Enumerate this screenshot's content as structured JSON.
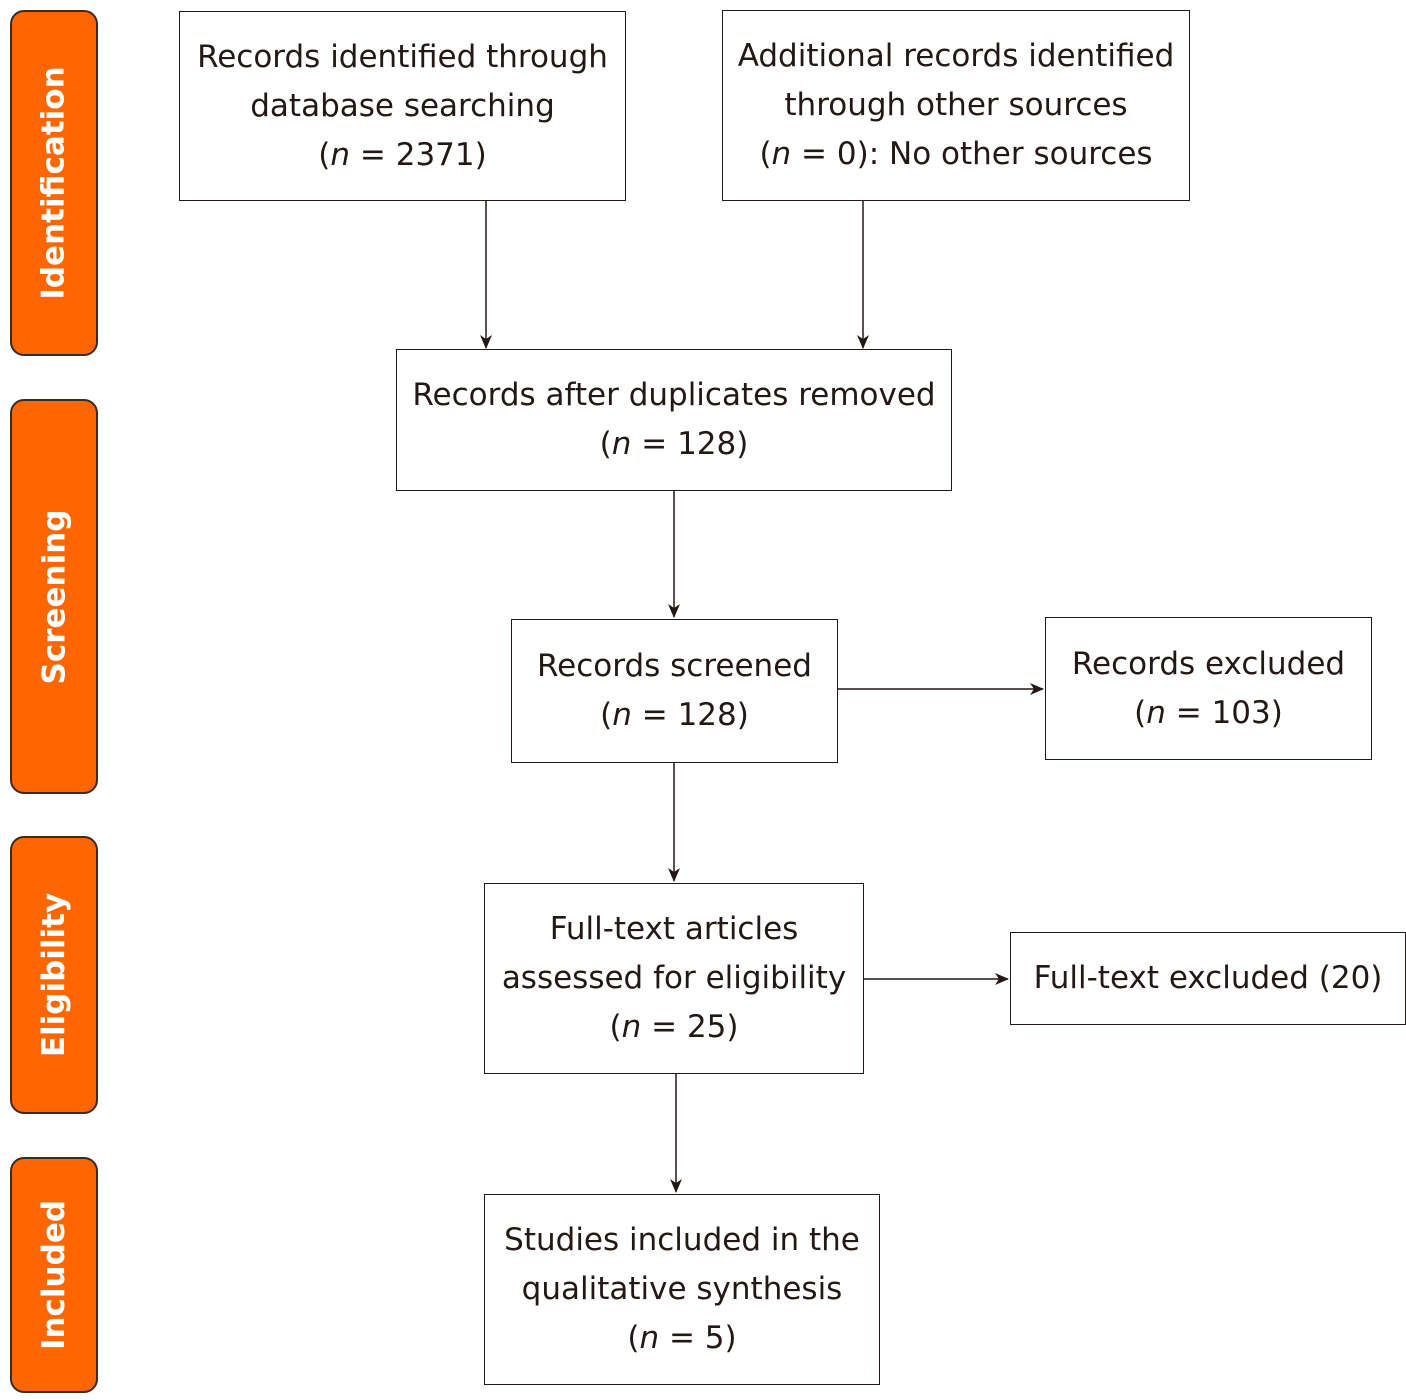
{
  "colors": {
    "stage_fill": "#ff6600",
    "border": "#231815"
  },
  "stages": [
    {
      "id": "identification",
      "label": "Identification"
    },
    {
      "id": "screening",
      "label": "Screening"
    },
    {
      "id": "eligibility",
      "label": "Eligibility"
    },
    {
      "id": "included",
      "label": "Included"
    }
  ],
  "boxes": {
    "database": {
      "lines": [
        "Records identified through",
        "database searching"
      ],
      "n_var": "n",
      "n_rest": " = 2371)"
    },
    "other": {
      "lines": [
        "Additional records identified",
        "through other sources"
      ],
      "n_var": "n",
      "n_rest": " = 0): No other sources"
    },
    "duplicates": {
      "lines": [
        "Records after duplicates removed"
      ],
      "n_var": "n",
      "n_rest": " = 128)"
    },
    "screened": {
      "lines": [
        "Records screened"
      ],
      "n_var": "n",
      "n_rest": " = 128)"
    },
    "excluded": {
      "lines": [
        "Records excluded"
      ],
      "n_var": "n",
      "n_rest": " = 103)"
    },
    "fulltext": {
      "lines": [
        "Full-text articles",
        "assessed for eligibility"
      ],
      "n_var": "n",
      "n_rest": " = 25)"
    },
    "fulltext_excluded": {
      "lines": [
        "Full-text excluded (20)"
      ]
    },
    "included": {
      "lines": [
        "Studies included in the",
        "qualitative synthesis"
      ],
      "n_var": "n",
      "n_rest": " = 5)"
    }
  }
}
